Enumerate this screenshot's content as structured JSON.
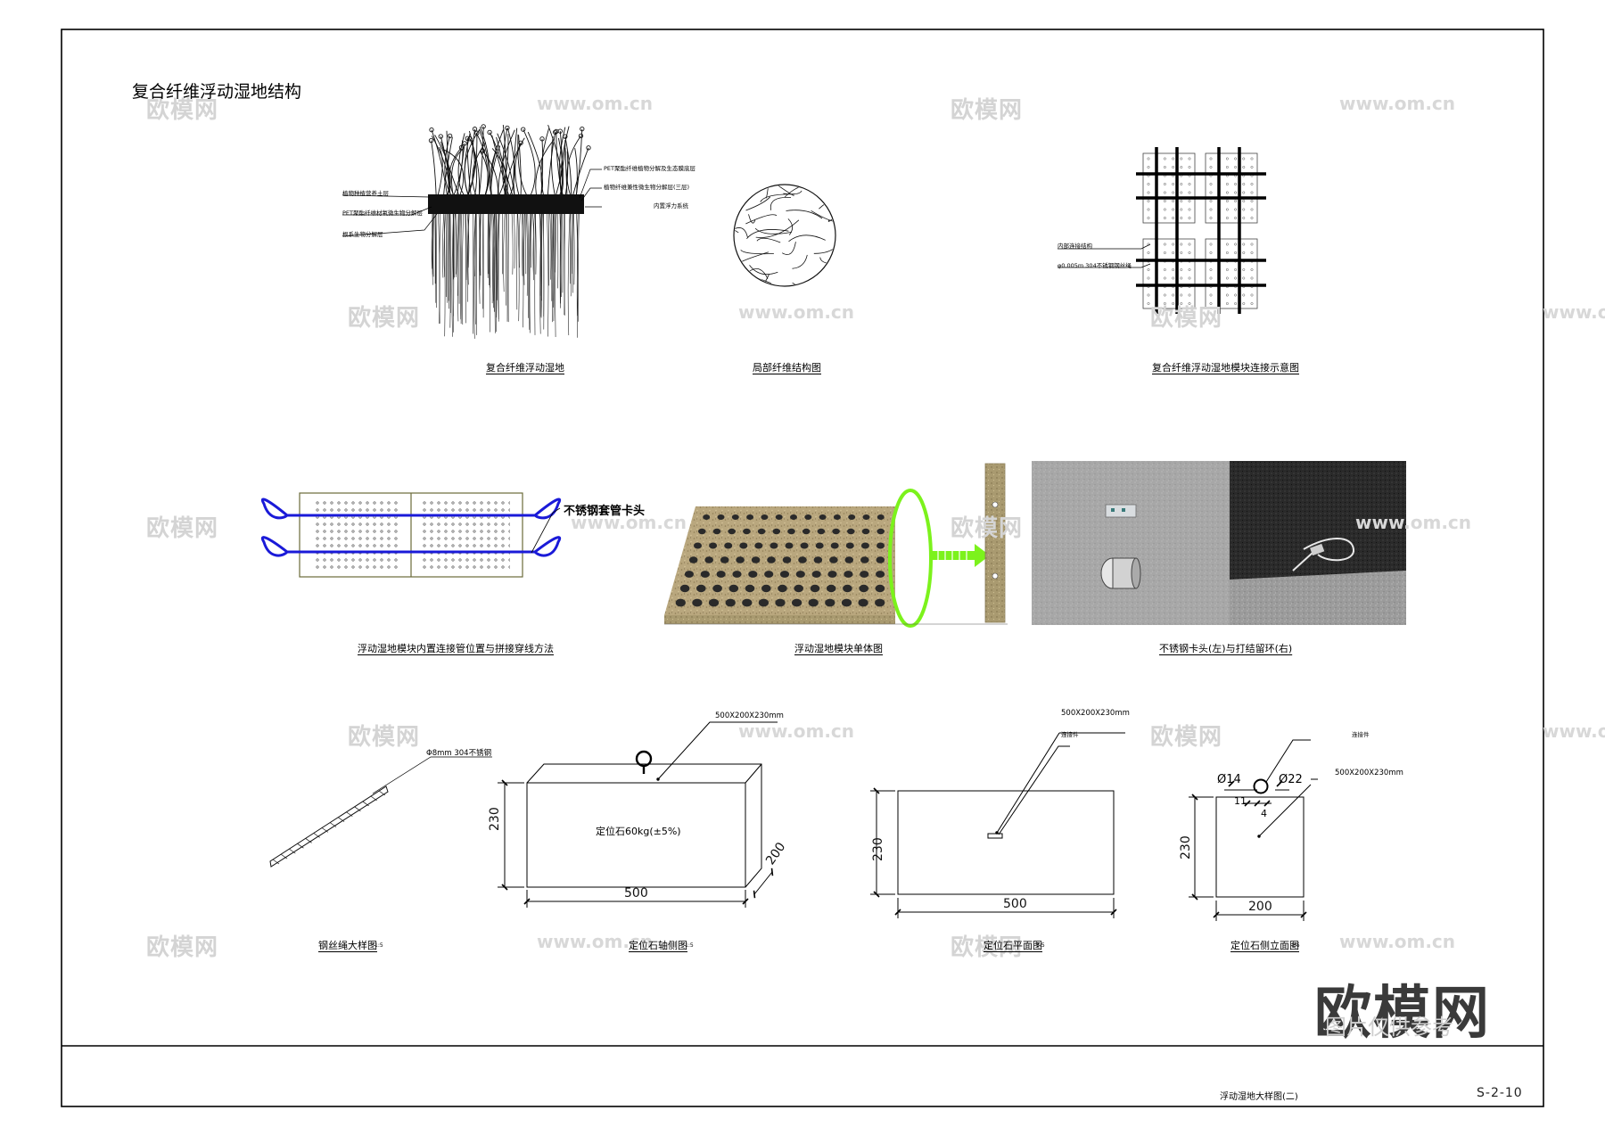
{
  "sheet": {
    "title": "复合纤维浮动湿地结构",
    "drawing_name": "浮动湿地大样图(二)",
    "drawing_number": "S-2-10"
  },
  "watermark": {
    "logo": "欧模网",
    "url": "www.om.cn",
    "corner_text": "欧模网",
    "corner_sub": "图片仅供参考"
  },
  "fig_wetland": {
    "caption": "复合纤维浮动湿地",
    "labels": {
      "plant_layer": "植物种植营养土层",
      "pet_microbe": "PET聚酯纤维材氧微生物分解层",
      "root_microbe": "根系生物分解层",
      "pet_plant_eco": "PET聚酯纤维植物分解及生态膜底层",
      "plant_fiber_microbe": "植物纤维兼性微生物分解层(三层)",
      "buoyancy": "内置浮力系统"
    }
  },
  "fig_fiber": {
    "caption": "局部纤维结构图"
  },
  "fig_connect": {
    "caption": "复合纤维浮动湿地模块连接示意图",
    "labels": {
      "inner_conn": "内部连接结构",
      "cable": "φ0.005m 304不锈钢钢丝绳"
    }
  },
  "fig_pipe": {
    "caption": "浮动湿地模块内置连接管位置与拼接穿线方法",
    "clip_label": "不锈钢套管卡头"
  },
  "fig_module": {
    "caption": "浮动湿地模块单体图"
  },
  "fig_photo": {
    "caption": "不锈钢卡头(左)与打结留环(右)"
  },
  "fig_rope": {
    "caption": "钢丝绳大样图",
    "scale": "1:5",
    "spec": "Φ8mm 304不锈钢"
  },
  "fig_axon": {
    "caption": "定位石轴侧图",
    "scale": "1:5",
    "size_label": "500X200X230mm",
    "weight": "定位石60kg(±5%)",
    "dim_w": "500",
    "dim_h": "230",
    "dim_d": "200"
  },
  "fig_plan": {
    "caption": "定位石平面图",
    "scale": "1:5",
    "size_label": "500X200X230mm",
    "part_label": "连接件",
    "dim_w": "500",
    "dim_h": "230"
  },
  "fig_side": {
    "caption": "定位石侧立面图",
    "scale": "1:5",
    "part_label": "连接件",
    "size_label": "500X200X230mm",
    "d14": "Ø14",
    "d22": "Ø22",
    "d11": "11",
    "d4": "4",
    "dim_w": "200",
    "dim_h": "230"
  },
  "colors": {
    "line": "#000000",
    "blue_rope": "#1a1ad8",
    "green_highlight": "#7cf21c",
    "module_fill": "#b9a77e",
    "module_frame": "#7a8a45",
    "watermark": "#d4d4d4"
  }
}
